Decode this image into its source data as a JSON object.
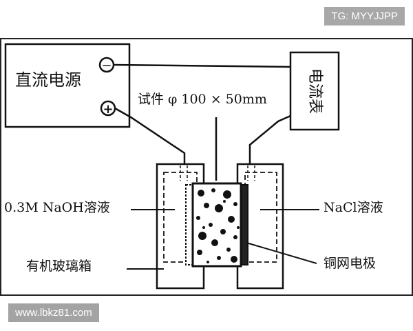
{
  "watermark_top": "TG: MYYJJPP",
  "watermark_bottom": "www.lbkz81.com",
  "diagram": {
    "dc_power": "直流电源",
    "minus_sign": "−",
    "plus_sign": "+",
    "ammeter": "电流表",
    "specimen": "试件 φ 100 × 50mm",
    "naoh": "0.3M NaOH溶液",
    "nacl": "NaCl溶液",
    "box": "有机玻璃箱",
    "electrode": "铜网电极"
  }
}
